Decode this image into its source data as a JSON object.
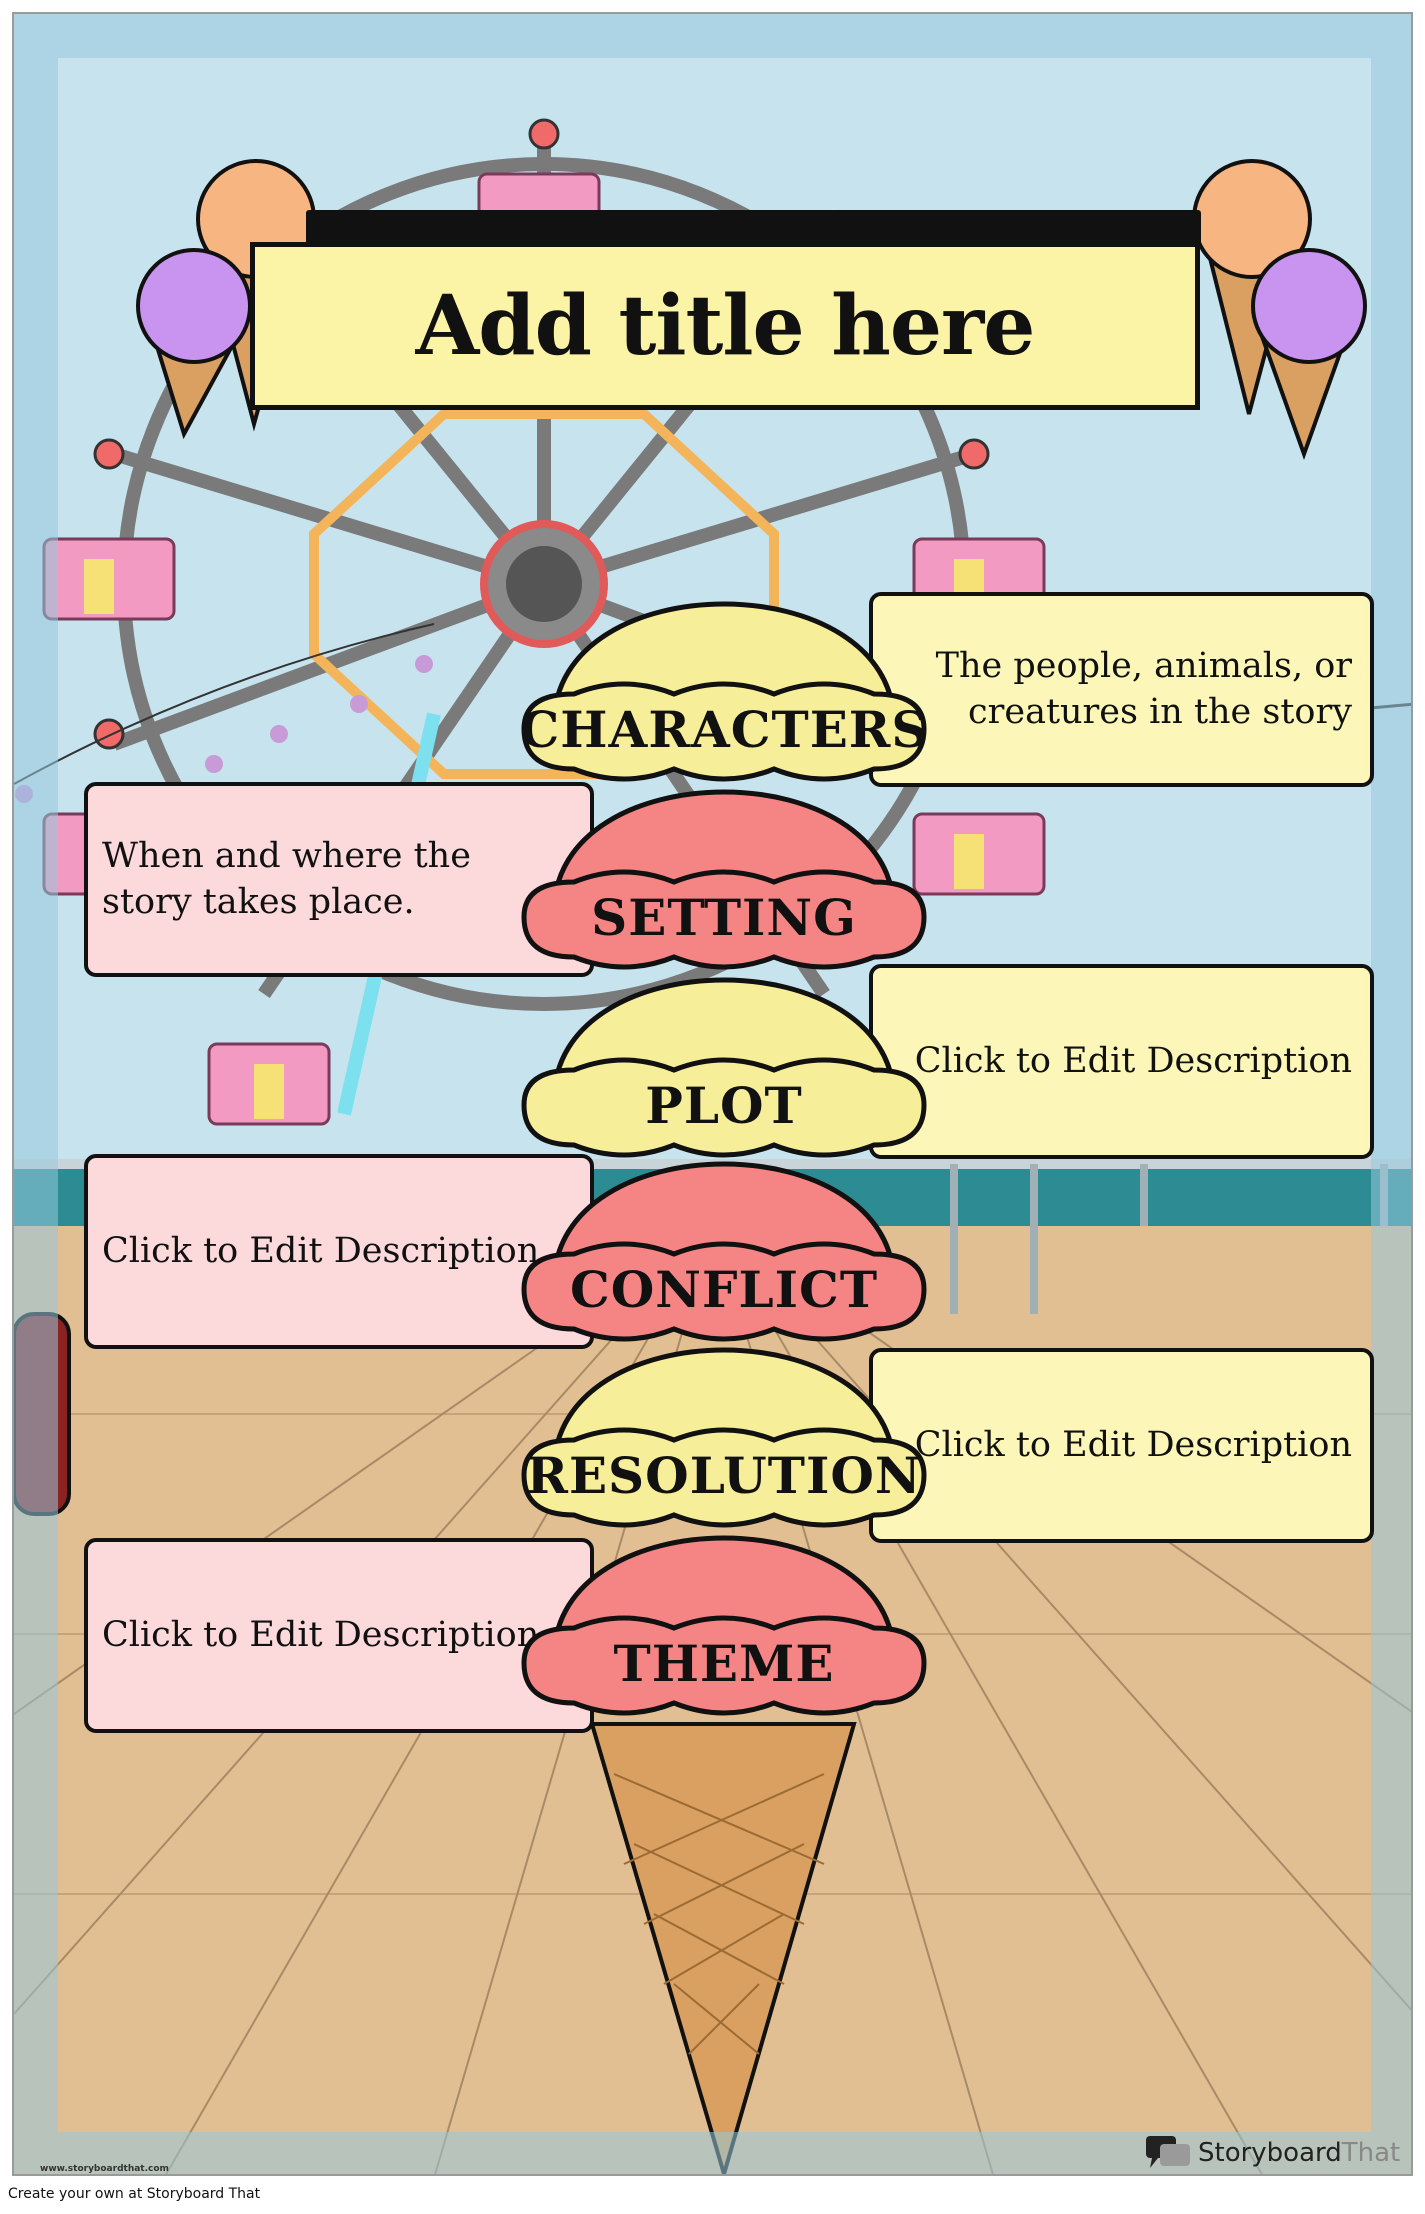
{
  "poster": {
    "title": "Add title here",
    "sections": [
      {
        "label": "CHARACTERS",
        "description": "The people, animals, or creatures in the story",
        "side": "right",
        "flavor": "vanilla"
      },
      {
        "label": "SETTING",
        "description": "When and where the story takes place.",
        "side": "left",
        "flavor": "strawberry"
      },
      {
        "label": "PLOT",
        "description": "Click to Edit Description",
        "side": "right",
        "flavor": "vanilla"
      },
      {
        "label": "CONFLICT",
        "description": "Click to Edit Description",
        "side": "left",
        "flavor": "strawberry"
      },
      {
        "label": "RESOLUTION",
        "description": "Click to Edit Description",
        "side": "right",
        "flavor": "vanilla"
      },
      {
        "label": "THEME",
        "description": "Click to Edit Description",
        "side": "left",
        "flavor": "strawberry"
      }
    ]
  },
  "colors": {
    "vanilla": "#f7ee9a",
    "strawberry": "#f58585",
    "sky": "#c7e3ee",
    "boardwalk": "#e2bf93",
    "banner": "#fbf3a6"
  },
  "footer": {
    "watermark_url": "www.storyboardthat.com",
    "logo_name": "Storyboard",
    "logo_suffix": "That",
    "bottom_text": "Create your own at Storyboard That"
  }
}
